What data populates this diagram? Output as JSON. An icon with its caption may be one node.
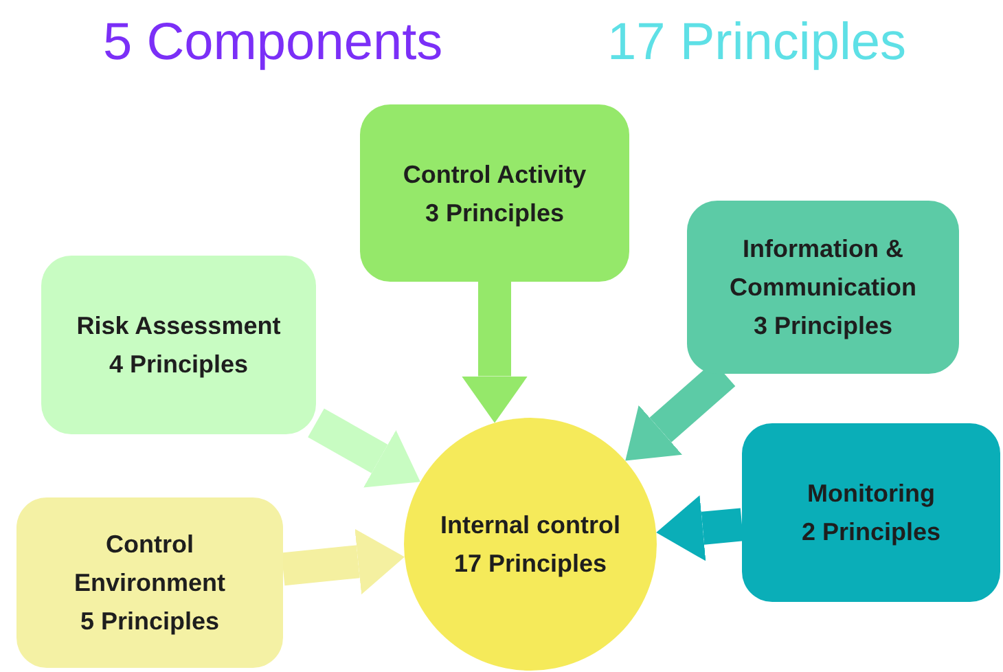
{
  "diagram": {
    "nodes": [
      {
        "text": [
          "Control Activity",
          "3 Principles"
        ]
      },
      {
        "text": [
          "Risk Assessment",
          "4 Principles"
        ]
      },
      {
        "text": [
          "Information & Communication",
          "3 Principles"
        ]
      },
      {
        "text": [
          "Monitoring",
          "2 Principles"
        ]
      },
      {
        "text": [
          "Control Environment",
          "5 Principles"
        ]
      },
      {
        "text": [
          "Internal control",
          "17 Principles"
        ]
      }
    ],
    "edges": [
      {
        "from": 0,
        "to": 5,
        "arrow": "to",
        "color": "#95e86a"
      },
      {
        "from": 1,
        "to": 5,
        "arrow": "to",
        "color": "#c8fcc2"
      },
      {
        "from": 2,
        "to": 5,
        "arrow": "to",
        "color": "#5ccba6"
      },
      {
        "from": 3,
        "to": 5,
        "arrow": "to",
        "color": "#0aaeb8"
      },
      {
        "from": 4,
        "to": 5,
        "arrow": "to",
        "color": "#f4f0a0"
      }
    ],
    "labels": [
      "5 Components",
      "17 Principles"
    ]
  }
}
